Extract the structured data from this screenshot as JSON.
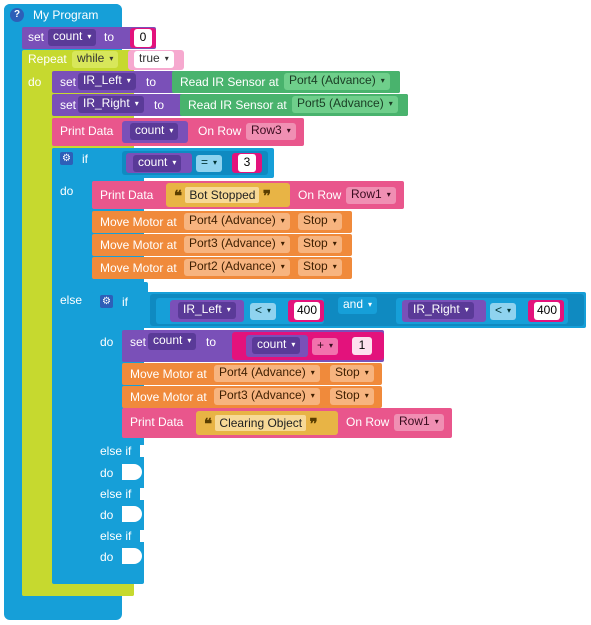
{
  "program": {
    "title": "My Program",
    "help_icon": "question-circle-icon"
  },
  "set_count": {
    "keyword": "set",
    "variable": "count",
    "to": "to",
    "value": "0"
  },
  "repeat": {
    "keyword": "Repeat",
    "mode": "while",
    "condition": "true",
    "do": "do"
  },
  "set_ir_left": {
    "keyword": "set",
    "variable": "IR_Left",
    "to": "to",
    "sensor_label": "Read IR Sensor at",
    "port": "Port4 (Advance)"
  },
  "set_ir_right": {
    "keyword": "set",
    "variable": "IR_Right",
    "to": "to",
    "sensor_label": "Read IR Sensor at",
    "port": "Port5 (Advance)"
  },
  "print_count": {
    "label": "Print Data",
    "variable": "count",
    "on_row": "On Row",
    "row": "Row3"
  },
  "if1": {
    "keyword": "if",
    "variable": "count",
    "operator": "=",
    "value": "3",
    "do": "do",
    "else": "else"
  },
  "print_bot": {
    "label": "Print Data",
    "text": "Bot Stopped",
    "on_row": "On Row",
    "row": "Row1"
  },
  "motors1": [
    {
      "label": "Move Motor at",
      "port": "Port4 (Advance)",
      "action": "Stop"
    },
    {
      "label": "Move Motor at",
      "port": "Port3 (Advance)",
      "action": "Stop"
    },
    {
      "label": "Move Motor at",
      "port": "Port2 (Advance)",
      "action": "Stop"
    }
  ],
  "if2": {
    "keyword": "if",
    "left_var": "IR_Left",
    "left_op": "<",
    "left_val": "400",
    "and": "and",
    "right_var": "IR_Right",
    "right_op": "<",
    "right_val": "400",
    "do": "do",
    "elseif1": "else if",
    "do1": "do",
    "elseif2": "else if",
    "do2": "do",
    "elseif3": "else if",
    "do3": "do"
  },
  "set_count2": {
    "keyword": "set",
    "variable": "count",
    "to": "to",
    "inner_var": "count",
    "operator": "+",
    "value": "1"
  },
  "motors2": [
    {
      "label": "Move Motor at",
      "port": "Port4 (Advance)",
      "action": "Stop"
    },
    {
      "label": "Move Motor at",
      "port": "Port3 (Advance)",
      "action": "Stop"
    }
  ],
  "print_clear": {
    "label": "Print Data",
    "text": "Clearing Object",
    "on_row": "On Row",
    "row": "Row1"
  },
  "colors": {
    "program": "#169fd8",
    "loop": "#c6d92f",
    "variable": "#7a50b8",
    "sensor": "#49b36d",
    "print": "#e9568c",
    "motor": "#f08a3b",
    "logic": "#169fd8"
  }
}
